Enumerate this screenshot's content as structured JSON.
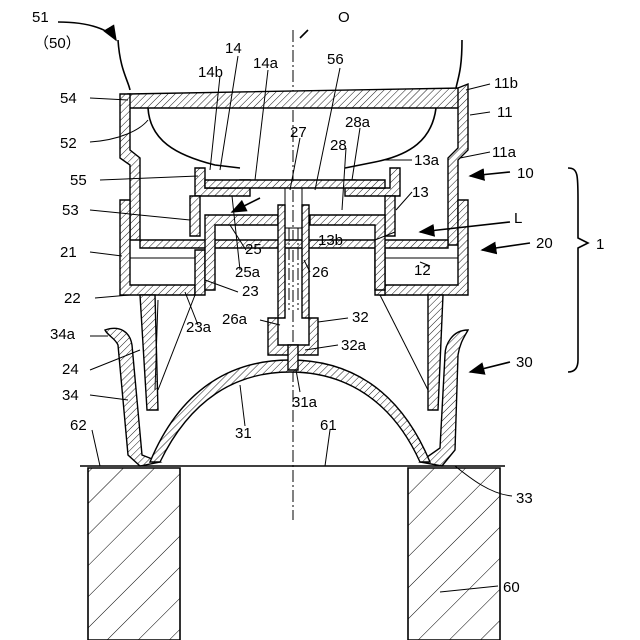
{
  "labels": {
    "l51": "51",
    "l50": "（50）",
    "lO": "O",
    "l14": "14",
    "l14b": "14b",
    "l14a": "14a",
    "l56": "56",
    "l54": "54",
    "l11b": "11b",
    "l11": "11",
    "l27": "27",
    "l28a": "28a",
    "l52": "52",
    "l28": "28",
    "l13a": "13a",
    "l11a": "11a",
    "l55": "55",
    "l10": "10",
    "l13": "13",
    "l53": "53",
    "lL": "L",
    "l13b": "13b",
    "l25": "25",
    "l20": "20",
    "l1": "1",
    "l21": "21",
    "l25a": "25a",
    "l26": "26",
    "l12": "12",
    "l23": "23",
    "l22": "22",
    "l23a": "23a",
    "l26a": "26a",
    "l32": "32",
    "l34a": "34a",
    "l32a": "32a",
    "l24": "24",
    "l30": "30",
    "l34": "34",
    "l31a": "31a",
    "l31": "31",
    "l62": "62",
    "l61": "61",
    "l33": "33",
    "l60": "60"
  }
}
